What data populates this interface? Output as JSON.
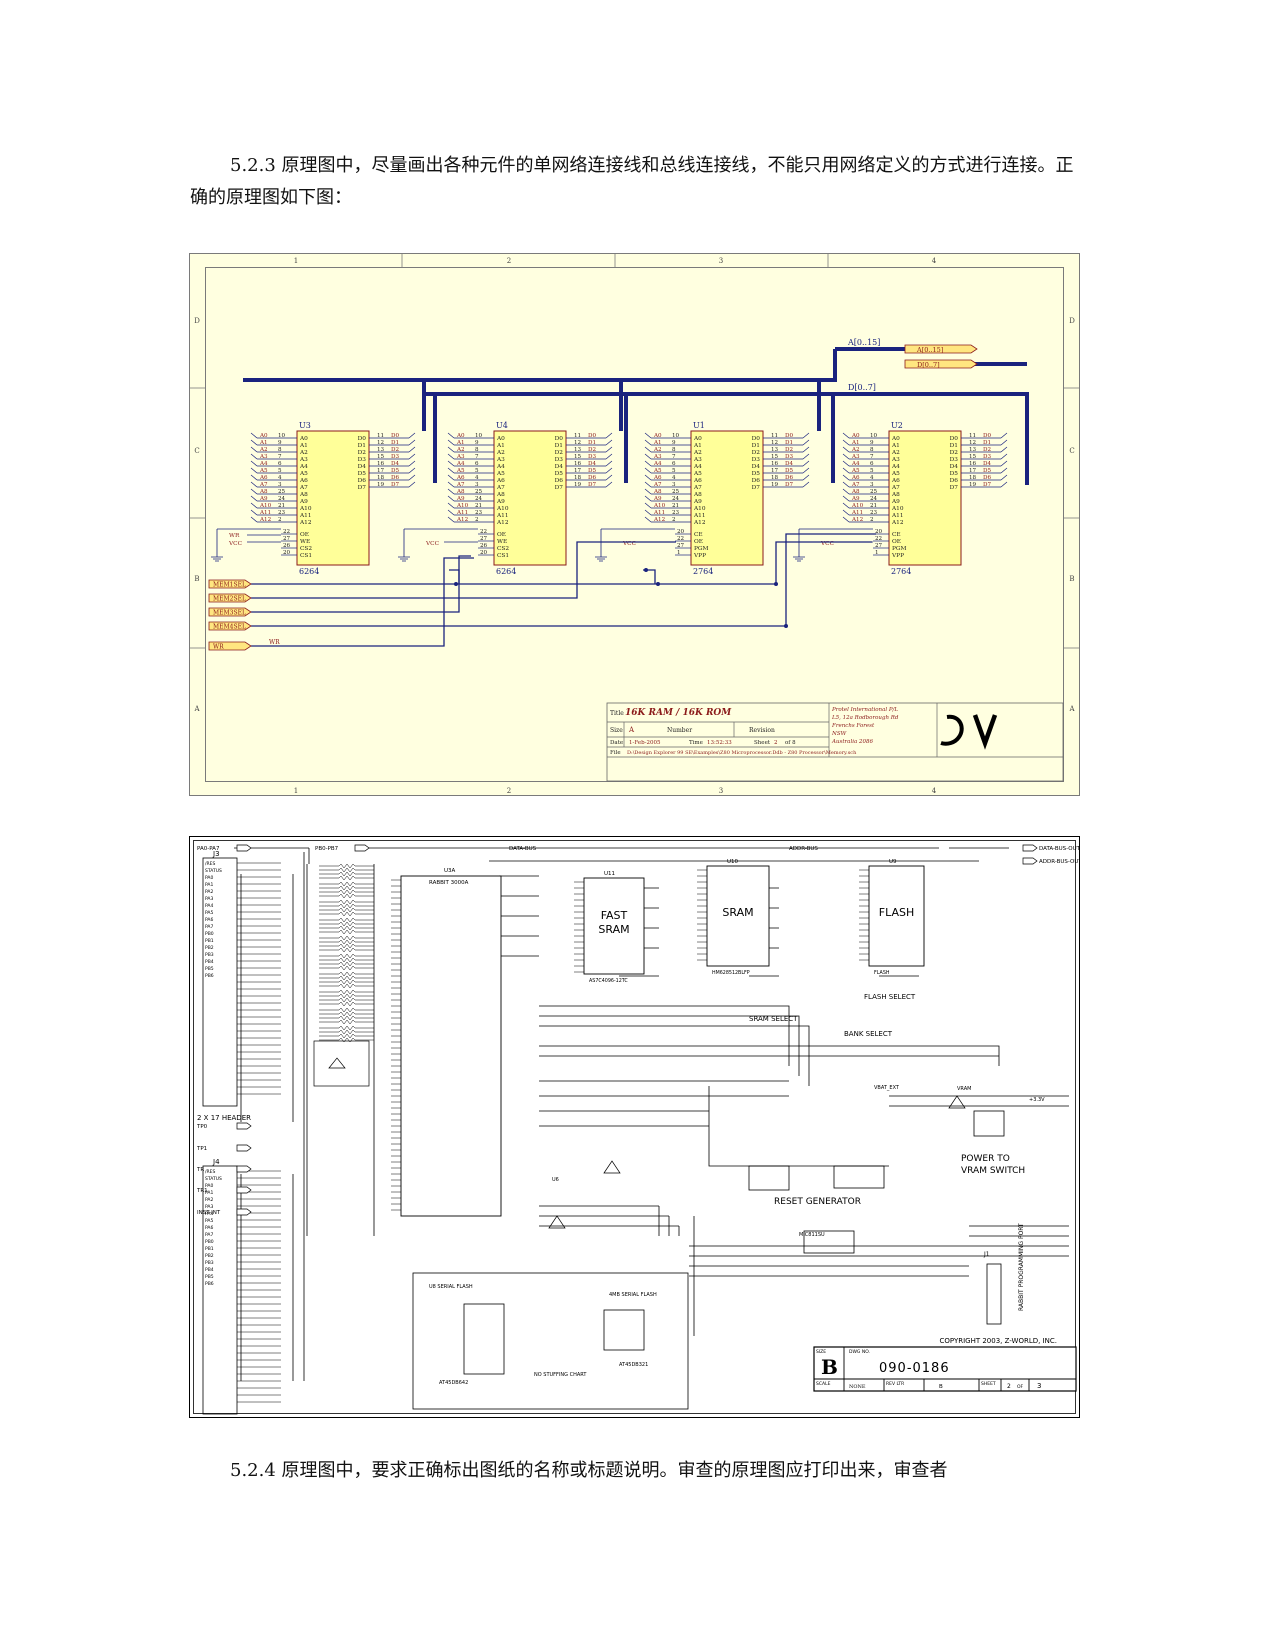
{
  "paragraphs": {
    "p1": "5.2.3 原理图中，尽量画出各种元件的单网络连接线和总线连接线，不能只用网络定义的方式进行连接。正确的原理图如下图：",
    "p2": "5.2.4 原理图中，要求正确标出图纸的名称或标题说明。审查的原理图应打印出来，审查者"
  },
  "figure1": {
    "zone_columns": [
      "1",
      "2",
      "3",
      "4"
    ],
    "zone_rows": [
      "D",
      "C",
      "B",
      "A"
    ],
    "bus_labels": {
      "addr": "A[0..15]",
      "data": "D[0..7]",
      "data2": "D[0..7]"
    },
    "chips": [
      {
        "ref": "U3",
        "part": "6264",
        "ctrl": [
          "OE",
          "WE",
          "CS2",
          "CS1"
        ],
        "ctrl_pins": [
          "22",
          "27",
          "26",
          "20"
        ]
      },
      {
        "ref": "U4",
        "part": "6264",
        "ctrl": [
          "OE",
          "WE",
          "CS2",
          "CS1"
        ],
        "ctrl_pins": [
          "22",
          "27",
          "26",
          "20"
        ]
      },
      {
        "ref": "U1",
        "part": "2764",
        "ctrl": [
          "CE",
          "OE",
          "PGM",
          "VPP"
        ],
        "ctrl_pins": [
          "20",
          "22",
          "27",
          "1"
        ]
      },
      {
        "ref": "U2",
        "part": "2764",
        "ctrl": [
          "CE",
          "OE",
          "PGM",
          "VPP"
        ],
        "ctrl_pins": [
          "20",
          "22",
          "27",
          "1"
        ]
      }
    ],
    "addr_pins": [
      "A0",
      "A1",
      "A2",
      "A3",
      "A4",
      "A5",
      "A6",
      "A7",
      "A8",
      "A9",
      "A10",
      "A11",
      "A12"
    ],
    "addr_pin_nums": [
      "10",
      "9",
      "8",
      "7",
      "6",
      "5",
      "4",
      "3",
      "25",
      "24",
      "21",
      "23",
      "2"
    ],
    "data_pins": [
      "D0",
      "D1",
      "D2",
      "D3",
      "D4",
      "D5",
      "D6",
      "D7"
    ],
    "data_pin_nums": [
      "11",
      "12",
      "13",
      "15",
      "16",
      "17",
      "18",
      "19"
    ],
    "net_labels": {
      "wr": "WR",
      "vcc": "VCC"
    },
    "ports": [
      "MEM1SEL",
      "MEM2SEL",
      "MEM3SEL",
      "MEM4SEL",
      "WR"
    ],
    "title_block": {
      "title_label": "Title",
      "title": "16K RAM / 16K ROM",
      "size_label": "Size",
      "size": "A",
      "number_label": "Number",
      "revision_label": "Revision",
      "date_label": "Date",
      "date": "1-Feb-2005",
      "time_label": "Time",
      "time": "13:52:33",
      "sheet_label": "Sheet",
      "sheet": "2",
      "sheet_of": "of 8",
      "file_label": "File",
      "file": "D:\\Design Explorer 99 SE\\Examples\\Z80 Microprocessor.Ddb - Z80 Processor\\Memory.sch",
      "company": [
        "Protel International P/L",
        "L5, 12a Rodborough Rd",
        "Frenchs Forest",
        "NSW",
        "Australia 2086"
      ]
    }
  },
  "figure2": {
    "offpage": [
      "PA0-PA7",
      "PB0-PB7",
      "DATA-BUS",
      "ADDR-BUS",
      "DATA-BUS-OUT",
      "ADDR-BUS-OUT",
      "TP0",
      "TP1",
      "TR",
      "TR1",
      "INST-INT"
    ],
    "headers": [
      {
        "ref": "J3",
        "caption": "2 X 17 HEADER"
      },
      {
        "ref": "J4",
        "caption": "2 X 17 HEADER"
      }
    ],
    "header_pins": [
      "/RES",
      "STATUS",
      "PA0",
      "PA1",
      "PA2",
      "PA3",
      "PA4",
      "PA5",
      "PA6",
      "PA7",
      "PB0",
      "PB1",
      "PB2",
      "PB3",
      "PB4",
      "PB5",
      "PB6"
    ],
    "cpu": {
      "ref": "U3A",
      "part": "RABBIT 3000A"
    },
    "blocks": [
      {
        "ref": "U11",
        "label_lines": [
          "FAST",
          "SRAM"
        ],
        "part": "AS7C4096-12TC"
      },
      {
        "ref": "U10",
        "label_lines": [
          "SRAM"
        ],
        "part": "HM628512BLFP"
      },
      {
        "ref": "U9",
        "label_lines": [
          "FLASH"
        ],
        "part": "FLASH"
      }
    ],
    "notes": {
      "flash_select": "FLASH SELECT",
      "sram_select": "SRAM SELECT",
      "bank_select": "BANK SELECT",
      "power_to_vram": [
        "POWER TO",
        "VRAM SWITCH"
      ],
      "reset_generator": "RESET GENERATOR",
      "serial_flash_left": "U8 SERIAL FLASH",
      "serial_flash_right": "4MB SERIAL FLASH",
      "no_stuffing": "NO STUFFING CHART",
      "prog_port": "RABBIT PROGRAMMING PORT",
      "u7": "AT45DB642",
      "u2": "AT45DB321",
      "vbat": "VBAT_EXT",
      "vram": "VRAM",
      "v33": "+3.3V",
      "j1": "J1",
      "u6": "U6",
      "reset_chip": "MIC811SU"
    },
    "title_block": {
      "copyright": "COPYRIGHT 2003, Z-WORLD, INC.",
      "size_label": "SIZE",
      "size": "B",
      "dwg_label": "DWG NO.",
      "dwg": "090-0186",
      "scale_label": "SCALE",
      "scale": "NONE",
      "rev_label": "REV LTR",
      "rev": "B",
      "sheet_label": "SHEET",
      "sheet": "2",
      "of_label": "OF",
      "of": "3"
    }
  }
}
